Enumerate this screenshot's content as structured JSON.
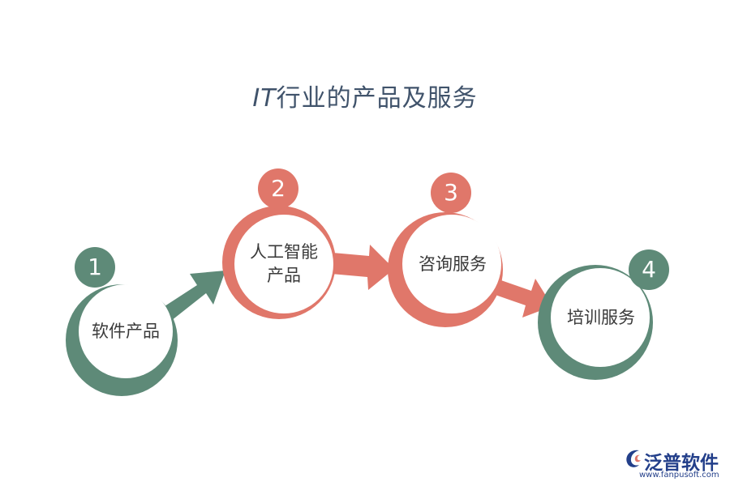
{
  "title": {
    "prefix": "IT",
    "rest": "行业的产品及服务"
  },
  "steps": [
    {
      "number": "1",
      "label": "软件产品",
      "color": "#5e8a78"
    },
    {
      "number": "2",
      "label": "人工智能\n产品",
      "color": "#e0776a"
    },
    {
      "number": "3",
      "label": "咨询服务",
      "color": "#e0776a"
    },
    {
      "number": "4",
      "label": "培训服务",
      "color": "#5e8a78"
    }
  ],
  "colors": {
    "green": "#5e8a78",
    "coral": "#e0776a",
    "title": "#40536b",
    "brand": "#233f8a"
  },
  "logo": {
    "name": "泛普软件",
    "url": "www.fanpusoft.com"
  }
}
